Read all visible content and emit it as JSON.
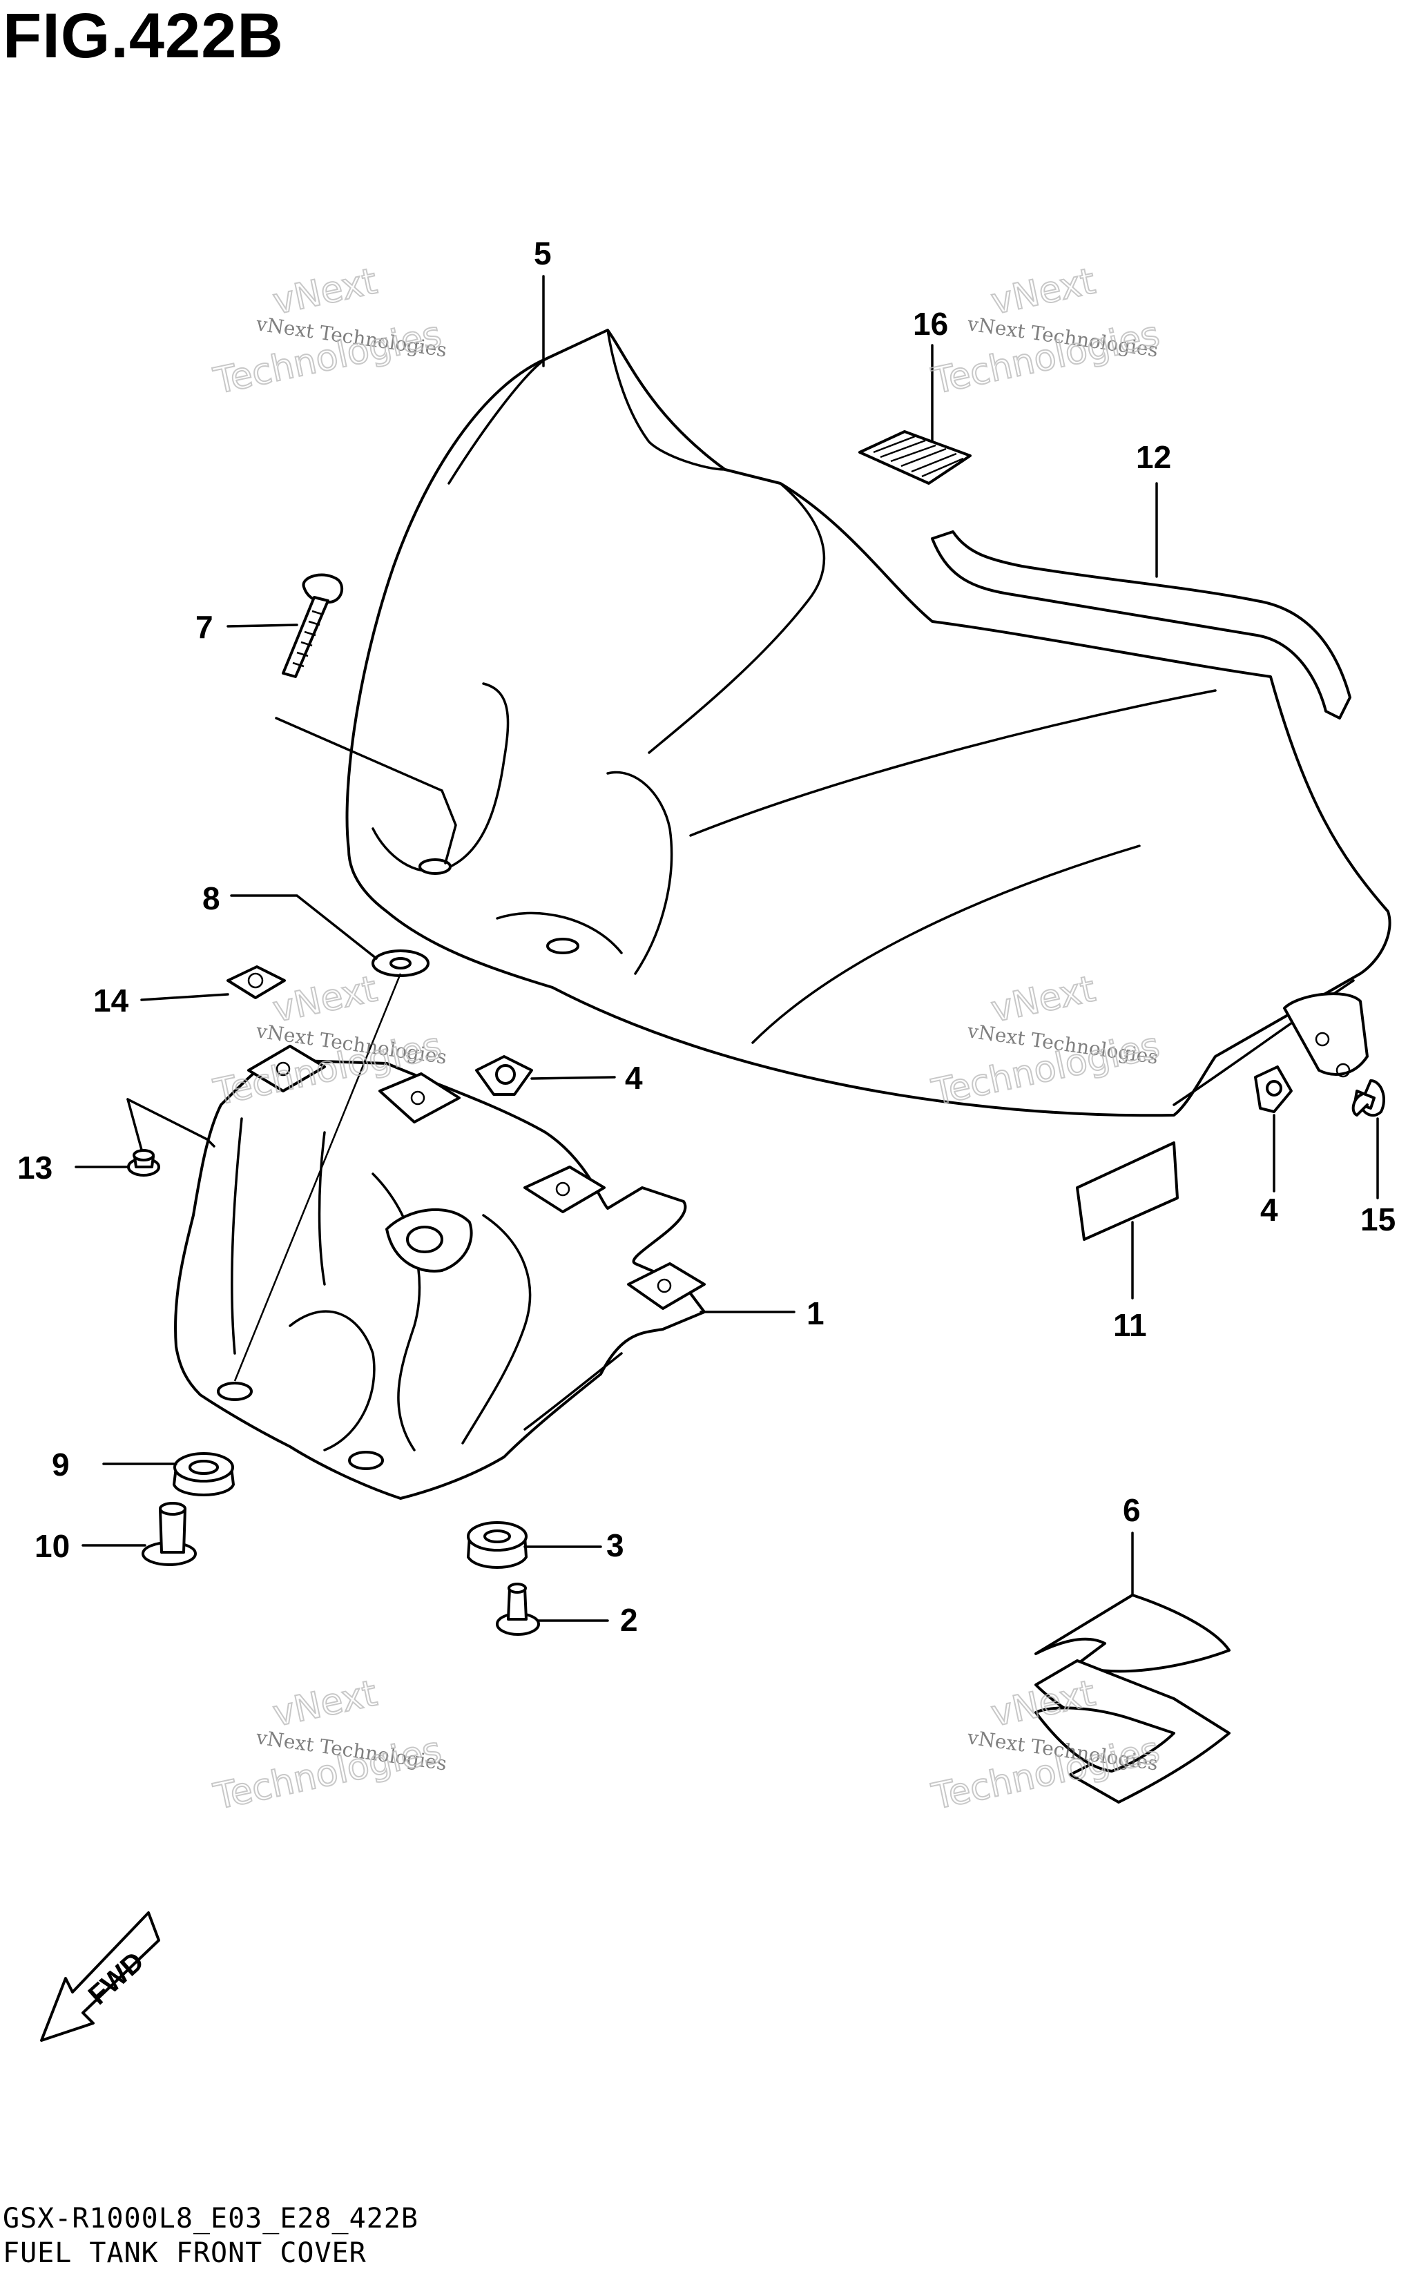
{
  "figure": {
    "title": "FIG.422B"
  },
  "callouts": [
    {
      "id": "c1",
      "label": "1"
    },
    {
      "id": "c2",
      "label": "2"
    },
    {
      "id": "c3",
      "label": "3"
    },
    {
      "id": "c4a",
      "label": "4"
    },
    {
      "id": "c4b",
      "label": "4"
    },
    {
      "id": "c5",
      "label": "5"
    },
    {
      "id": "c6",
      "label": "6"
    },
    {
      "id": "c7",
      "label": "7"
    },
    {
      "id": "c8",
      "label": "8"
    },
    {
      "id": "c9",
      "label": "9"
    },
    {
      "id": "c10",
      "label": "10"
    },
    {
      "id": "c11",
      "label": "11"
    },
    {
      "id": "c12",
      "label": "12"
    },
    {
      "id": "c13",
      "label": "13"
    },
    {
      "id": "c14",
      "label": "14"
    },
    {
      "id": "c15",
      "label": "15"
    },
    {
      "id": "c16",
      "label": "16"
    }
  ],
  "watermark": {
    "line1": "vNext Technologies",
    "line2": "vNext",
    "line3": "Technologies"
  },
  "direction_badge": {
    "label": "FWD"
  },
  "footer": {
    "code": "GSX-R1000L8_E03_E28_422B",
    "caption": "FUEL TANK FRONT COVER"
  }
}
